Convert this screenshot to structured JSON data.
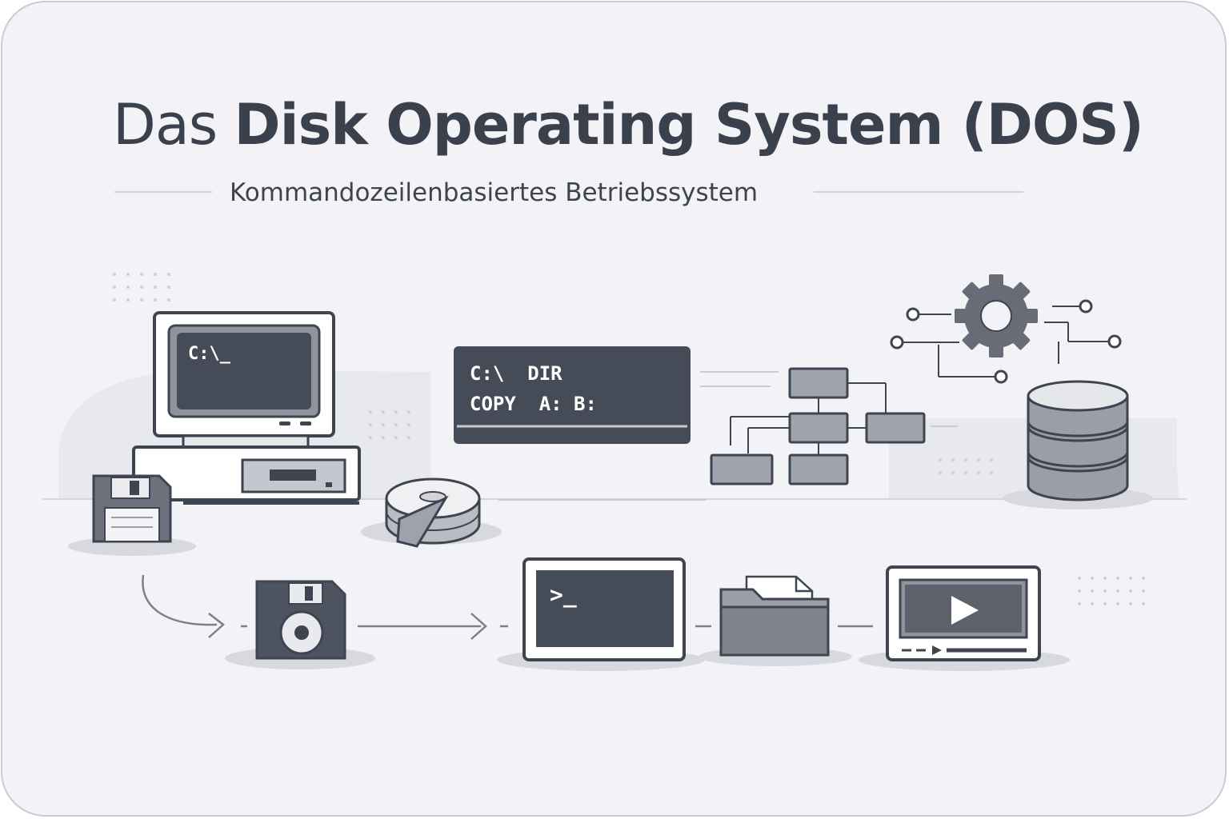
{
  "title": {
    "prefix": "Das",
    "bold": "Disk Operating System (DOS)"
  },
  "subtitle": "Kommandozeilenbasiertes Betriebssystem",
  "monitor": {
    "prompt": "C:\\_"
  },
  "terminal": {
    "line1": "C:\\  DIR",
    "line2": "COPY  A: B:"
  },
  "shell": {
    "prompt": ">_"
  },
  "colors": {
    "background": "#f3f3f7",
    "outline": "#3e4450",
    "screen": "#464c57",
    "fill": "#8e939c",
    "light": "#e7e8ec"
  },
  "icons": [
    "retro-computer-icon",
    "floppy-disk-icon",
    "hard-disk-platter-icon",
    "command-terminal-icon",
    "flowchart-icon",
    "gear-icon",
    "database-icon",
    "disk-icon",
    "shell-window-icon",
    "folder-icon",
    "media-player-icon"
  ]
}
